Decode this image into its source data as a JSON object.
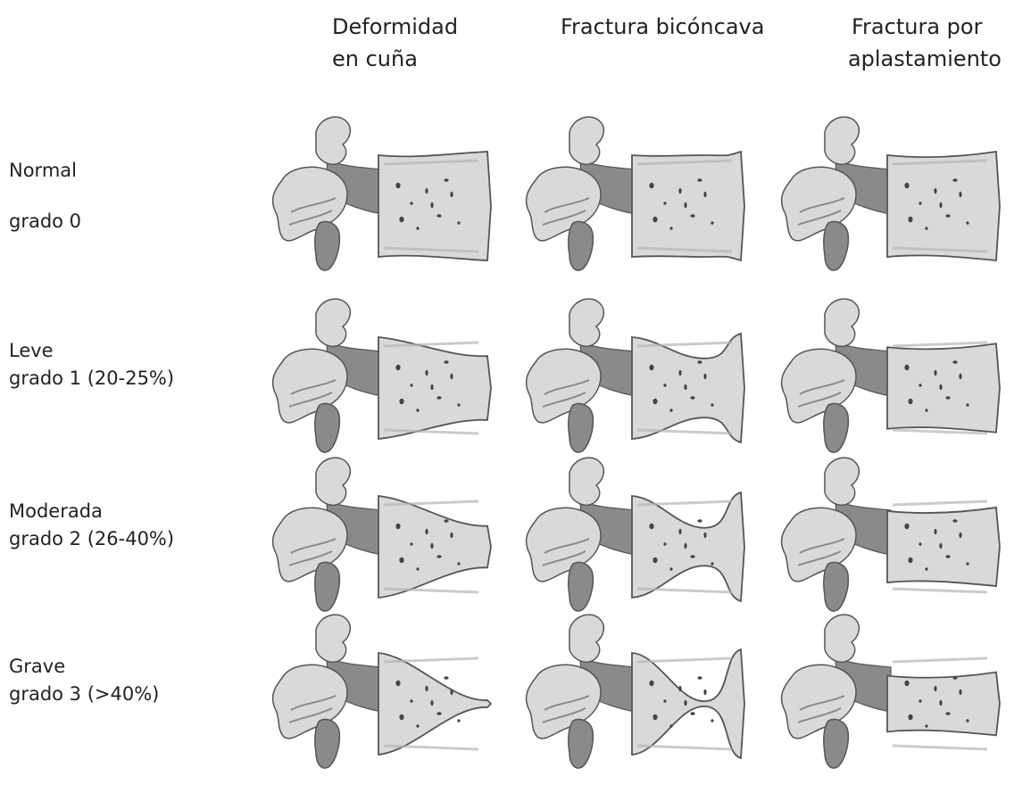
{
  "columns": [
    {
      "line1": "Deformidad",
      "line2": "en cuña",
      "type": "wedge"
    },
    {
      "line1": "Fractura bicóncava",
      "line2": "",
      "type": "biconcave"
    },
    {
      "line1": "Fractura por",
      "line2": "aplastamiento",
      "type": "crush"
    }
  ],
  "rows": [
    {
      "line1": "Normal",
      "line2": "grado 0",
      "severity": 0
    },
    {
      "line1": "Leve",
      "line2": "grado 1 (20-25%)",
      "severity": 1
    },
    {
      "line1": "Moderada",
      "line2": "grado 2 (26-40%)",
      "severity": 2
    },
    {
      "line1": "Grave",
      "line2": "grado 3 (>40%)",
      "severity": 3
    }
  ],
  "colors": {
    "bone_fill": "#d9d9d9",
    "bone_shadow": "#8a8a8a",
    "outline": "#555555",
    "pore": "#444444"
  }
}
